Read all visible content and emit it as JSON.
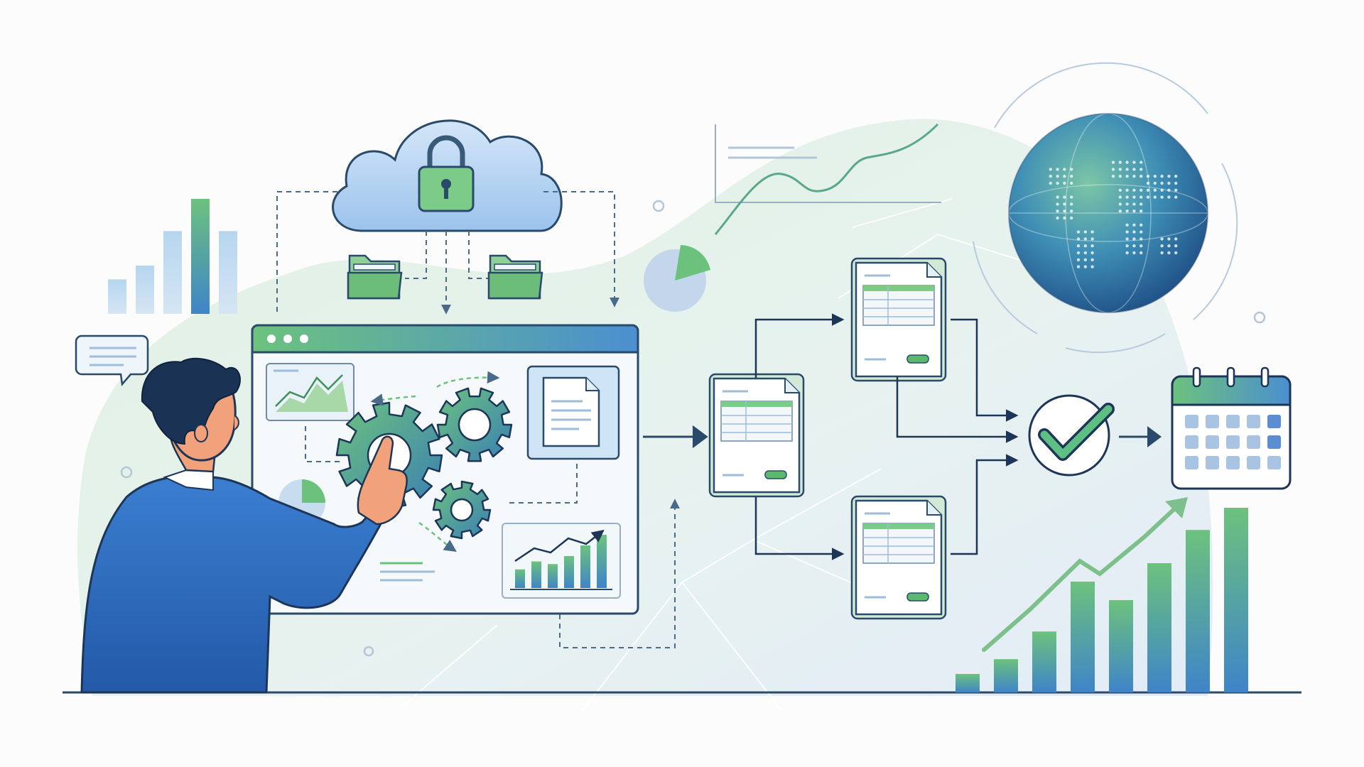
{
  "illustration": {
    "theme": "workflow-automation",
    "palette": {
      "navy": "#1d3557",
      "blue": "#2f6fc4",
      "light_blue": "#b9d3f2",
      "green": "#5cb86f",
      "light_green": "#d5ecd6",
      "panel_bg": "#f4f8fb",
      "stroke": "#2a4a6b",
      "skin": "#f2a27a"
    },
    "icons": [
      "cloud-icon",
      "lock-icon",
      "folder-icon",
      "gear-icon",
      "document-icon",
      "spreadsheet-icon",
      "checkmark-icon",
      "calendar-icon",
      "globe-icon",
      "pie-chart-icon",
      "bar-chart-icon",
      "line-chart-icon",
      "chat-bubble-icon",
      "hand-pointer-icon"
    ],
    "right_bar_chart_levels": [
      0.1,
      0.18,
      0.33,
      0.6,
      0.5,
      0.7,
      0.88,
      1.0
    ],
    "left_bar_chart_levels": [
      0.3,
      0.42,
      0.72,
      1.0,
      0.72
    ],
    "dashboard_bar_chart_levels": [
      0.35,
      0.5,
      0.45,
      0.6,
      0.8,
      1.0
    ],
    "calendar_grid": {
      "rows": 3,
      "cols": 5
    }
  }
}
